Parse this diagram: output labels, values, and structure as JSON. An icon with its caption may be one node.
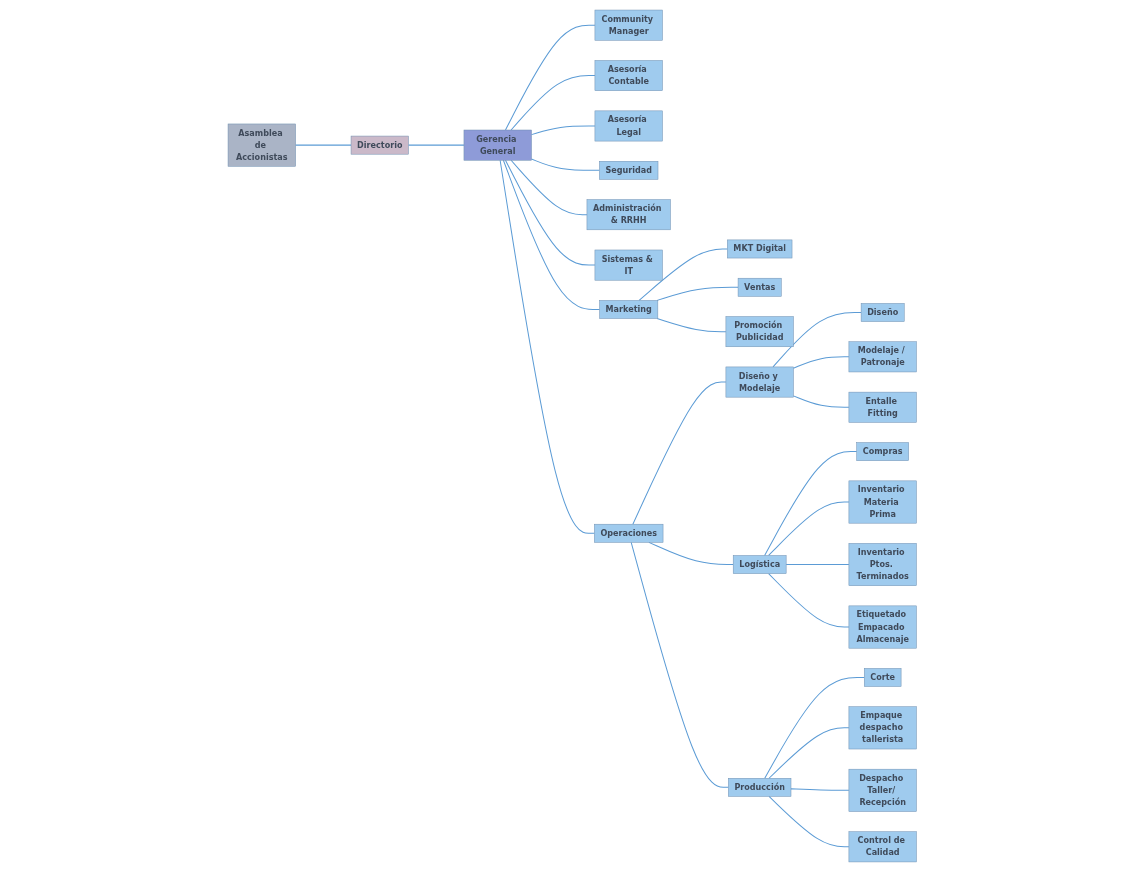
{
  "diagram": {
    "nodes": [
      {
        "text": [
          "Asamblea de Accionistas"
        ]
      },
      {
        "text": [
          "Directorio"
        ]
      },
      {
        "text": [
          "Gerencia General"
        ]
      },
      {
        "text": [
          "Community Manager"
        ]
      },
      {
        "text": [
          "Asesoría Contable"
        ]
      },
      {
        "text": [
          "Asesoría Legal"
        ]
      },
      {
        "text": [
          "Seguridad"
        ]
      },
      {
        "text": [
          "Administración & RRHH"
        ]
      },
      {
        "text": [
          "Sistemas & IT"
        ]
      },
      {
        "text": [
          "Marketing"
        ]
      },
      {
        "text": [
          "Operaciones"
        ]
      },
      {
        "text": [
          "MKT Digital"
        ]
      },
      {
        "text": [
          "Ventas"
        ]
      },
      {
        "text": [
          "Promoción Publicidad"
        ]
      },
      {
        "text": [
          "Diseño y Modelaje"
        ]
      },
      {
        "text": [
          "Logística"
        ]
      },
      {
        "text": [
          "Producción"
        ]
      },
      {
        "text": [
          "Diseño"
        ]
      },
      {
        "text": [
          "Modelaje / Patronaje"
        ]
      },
      {
        "text": [
          "Entalle Fitting"
        ]
      },
      {
        "text": [
          "Compras"
        ]
      },
      {
        "text": [
          "Inventario Materia Prima"
        ]
      },
      {
        "text": [
          "Inventario Ptos. Terminados"
        ]
      },
      {
        "text": [
          "Etiquetado Empacado Almacenaje"
        ]
      },
      {
        "text": [
          "Corte"
        ]
      },
      {
        "text": [
          "Empaque despacho tallerista"
        ]
      },
      {
        "text": [
          "Despacho Taller/ Recepción"
        ]
      },
      {
        "text": [
          "Control de Calidad"
        ]
      }
    ],
    "edges": [
      {
        "from": 0,
        "to": 1,
        "arrow": "none"
      },
      {
        "from": 1,
        "to": 2,
        "arrow": "none"
      },
      {
        "from": 2,
        "to": 3,
        "arrow": "none"
      },
      {
        "from": 2,
        "to": 4,
        "arrow": "none"
      },
      {
        "from": 2,
        "to": 5,
        "arrow": "none"
      },
      {
        "from": 2,
        "to": 6,
        "arrow": "none"
      },
      {
        "from": 2,
        "to": 7,
        "arrow": "none"
      },
      {
        "from": 2,
        "to": 8,
        "arrow": "none"
      },
      {
        "from": 2,
        "to": 9,
        "arrow": "none"
      },
      {
        "from": 2,
        "to": 10,
        "arrow": "none"
      },
      {
        "from": 9,
        "to": 11,
        "arrow": "none"
      },
      {
        "from": 9,
        "to": 12,
        "arrow": "none"
      },
      {
        "from": 9,
        "to": 13,
        "arrow": "none"
      },
      {
        "from": 10,
        "to": 14,
        "arrow": "none"
      },
      {
        "from": 10,
        "to": 15,
        "arrow": "none"
      },
      {
        "from": 10,
        "to": 16,
        "arrow": "none"
      },
      {
        "from": 14,
        "to": 17,
        "arrow": "none"
      },
      {
        "from": 14,
        "to": 18,
        "arrow": "none"
      },
      {
        "from": 14,
        "to": 19,
        "arrow": "none"
      },
      {
        "from": 15,
        "to": 20,
        "arrow": "none"
      },
      {
        "from": 15,
        "to": 21,
        "arrow": "none"
      },
      {
        "from": 15,
        "to": 22,
        "arrow": "none"
      },
      {
        "from": 15,
        "to": 23,
        "arrow": "none"
      },
      {
        "from": 16,
        "to": 24,
        "arrow": "none"
      },
      {
        "from": 16,
        "to": 25,
        "arrow": "none"
      },
      {
        "from": 16,
        "to": 26,
        "arrow": "none"
      },
      {
        "from": 16,
        "to": 27,
        "arrow": "none"
      }
    ]
  }
}
